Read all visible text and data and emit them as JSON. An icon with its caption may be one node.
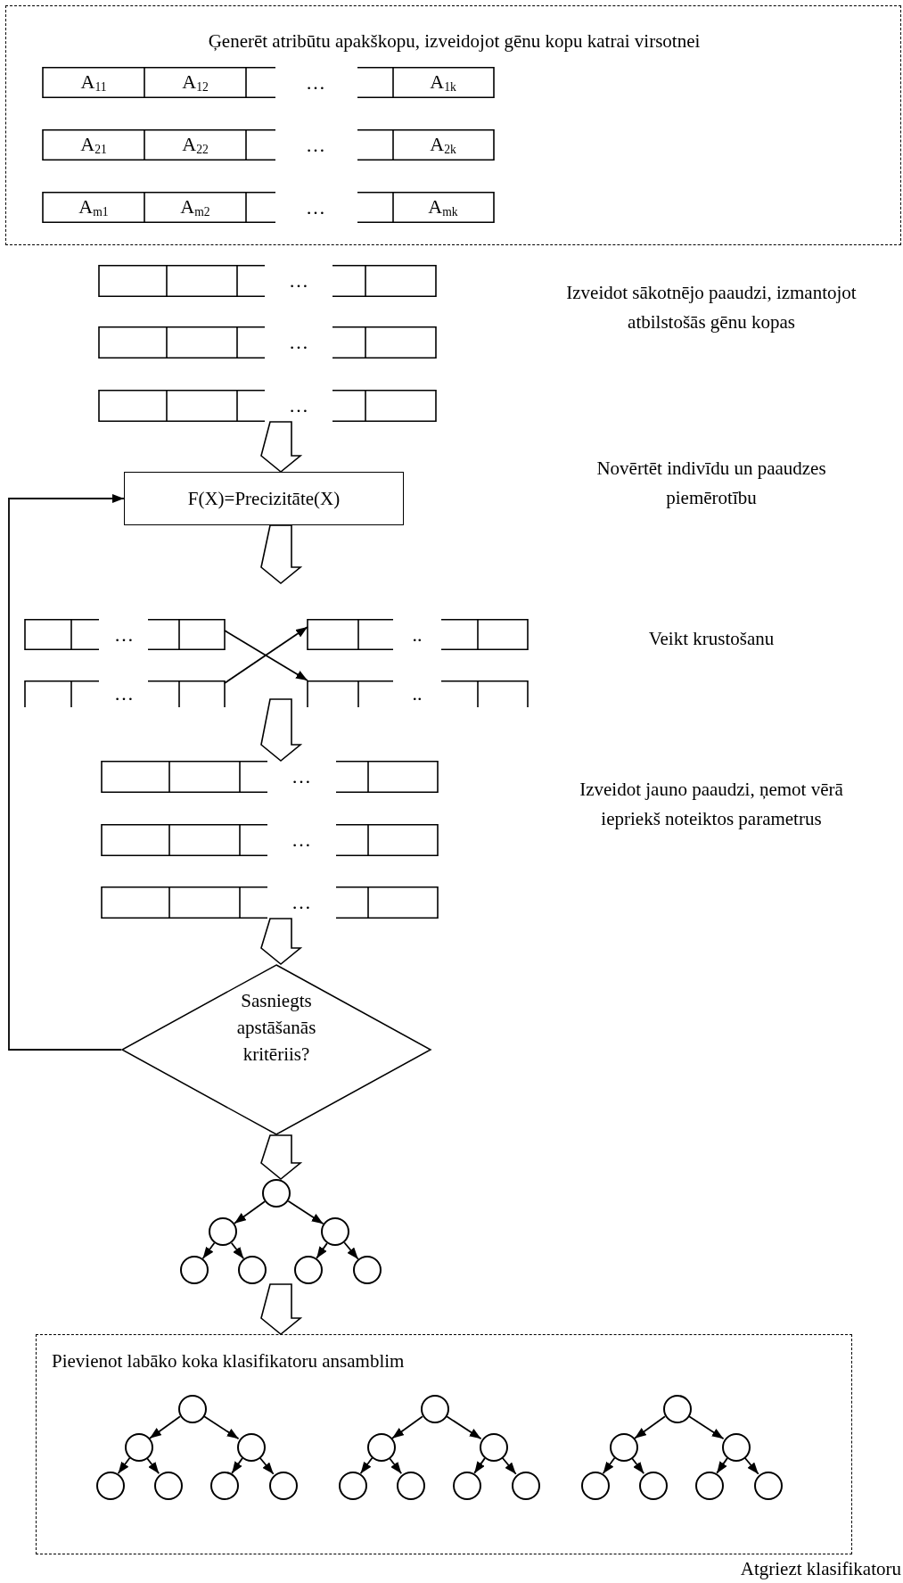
{
  "diagram": {
    "nodes": [
      {
        "text": [
          "Ģenerēt atribūtu apakškopu, izveidojot gēnu kopu katrai virsotnei"
        ]
      },
      {
        "text": [
          "A$_{11}$",
          "A$_{12}$",
          "…",
          "A$_{1k}$"
        ],
        "in": 0
      },
      {
        "text": [
          "A$_{21}$",
          "A$_{22}$",
          "…",
          "A$_{2k}$"
        ],
        "in": 0
      },
      {
        "text": [
          "A$_{m1}$",
          "A$_{m2}$",
          "…",
          "A$_{mk}$"
        ],
        "in": 0
      },
      {
        "text": [
          "…"
        ]
      },
      {
        "text": [
          "…"
        ]
      },
      {
        "text": [
          "…"
        ]
      },
      {
        "text": [
          "F(X)=Precizitāte(X)"
        ]
      },
      {
        "text": [
          "…"
        ]
      },
      {
        "text": [
          ".."
        ]
      },
      {
        "text": [
          "…"
        ]
      },
      {
        "text": [
          ".."
        ]
      },
      {
        "text": [
          "…"
        ]
      },
      {
        "text": [
          "…"
        ]
      },
      {
        "text": [
          "…"
        ]
      },
      {
        "text": [
          "Sasniegts apstāšanās kritēriis?"
        ]
      },
      {
        "text": [],
        "shape": "circle"
      },
      {
        "text": [],
        "shape": "circle"
      },
      {
        "text": [],
        "shape": "circle"
      },
      {
        "text": [],
        "shape": "circle"
      },
      {
        "text": [],
        "shape": "circle"
      },
      {
        "text": [],
        "shape": "circle"
      },
      {
        "text": [],
        "shape": "circle"
      },
      {
        "text": [
          "Pievienot labāko koka klasifikatoru ansamblim"
        ],
        "beside": [
          "Atgriezt klasifikatoru"
        ]
      },
      {
        "text": [],
        "shape": "circle",
        "in": 23
      },
      {
        "text": [],
        "shape": "circle",
        "in": 23
      },
      {
        "text": [],
        "shape": "circle",
        "in": 23
      },
      {
        "text": [],
        "shape": "circle",
        "in": 23
      },
      {
        "text": [],
        "shape": "circle",
        "in": 23
      },
      {
        "text": [],
        "shape": "circle",
        "in": 23
      },
      {
        "text": [],
        "shape": "circle",
        "in": 23
      },
      {
        "text": [],
        "shape": "circle",
        "in": 23
      },
      {
        "text": [],
        "shape": "circle",
        "in": 23
      },
      {
        "text": [],
        "shape": "circle",
        "in": 23
      },
      {
        "text": [],
        "shape": "circle",
        "in": 23
      },
      {
        "text": [],
        "shape": "circle",
        "in": 23
      },
      {
        "text": [],
        "shape": "circle",
        "in": 23
      },
      {
        "text": [],
        "shape": "circle",
        "in": 23
      },
      {
        "text": [],
        "shape": "circle",
        "in": 23
      },
      {
        "text": [],
        "shape": "circle",
        "in": 23
      },
      {
        "text": [],
        "shape": "circle",
        "in": 23
      },
      {
        "text": [],
        "shape": "circle",
        "in": 23
      },
      {
        "text": [],
        "shape": "circle",
        "in": 23
      },
      {
        "text": [],
        "shape": "circle",
        "in": 23
      },
      {
        "text": [],
        "shape": "circle",
        "in": 23
      }
    ],
    "edges": [
      {
        "from": 6,
        "to": 7,
        "arrow": "to",
        "style": "thick"
      },
      {
        "from": 7,
        "to": null,
        "arrow": "to",
        "style": "thick"
      },
      {
        "from": null,
        "to": 12,
        "arrow": "to",
        "style": "thick"
      },
      {
        "from": 14,
        "to": 15,
        "arrow": "to",
        "style": "thick"
      },
      {
        "from": 15,
        "to": 16,
        "arrow": "to",
        "style": "thick"
      },
      {
        "from": null,
        "to": 23,
        "arrow": "to",
        "style": "thick"
      },
      {
        "from": 8,
        "to": 11,
        "arrow": "to"
      },
      {
        "from": 10,
        "to": 9,
        "arrow": "to"
      },
      {
        "from": 15,
        "to": 7,
        "arrow": "to"
      },
      {
        "from": 16,
        "to": 17,
        "arrow": "to"
      },
      {
        "from": 16,
        "to": 18,
        "arrow": "to"
      },
      {
        "from": 17,
        "to": 19,
        "arrow": "to"
      },
      {
        "from": 17,
        "to": 20,
        "arrow": "to"
      },
      {
        "from": 18,
        "to": 21,
        "arrow": "to"
      },
      {
        "from": 18,
        "to": 22,
        "arrow": "to"
      },
      {
        "from": 24,
        "to": 25,
        "arrow": "to"
      },
      {
        "from": 24,
        "to": 26,
        "arrow": "to"
      },
      {
        "from": 25,
        "to": 27,
        "arrow": "to"
      },
      {
        "from": 25,
        "to": 28,
        "arrow": "to"
      },
      {
        "from": 26,
        "to": 29,
        "arrow": "to"
      },
      {
        "from": 26,
        "to": 30,
        "arrow": "to"
      },
      {
        "from": 31,
        "to": 32,
        "arrow": "to"
      },
      {
        "from": 31,
        "to": 33,
        "arrow": "to"
      },
      {
        "from": 32,
        "to": 34,
        "arrow": "to"
      },
      {
        "from": 32,
        "to": 35,
        "arrow": "to"
      },
      {
        "from": 33,
        "to": 36,
        "arrow": "to"
      },
      {
        "from": 33,
        "to": 37,
        "arrow": "to"
      },
      {
        "from": 38,
        "to": 39,
        "arrow": "to"
      },
      {
        "from": 38,
        "to": 40,
        "arrow": "to"
      },
      {
        "from": 39,
        "to": 41,
        "arrow": "to"
      },
      {
        "from": 39,
        "to": 42,
        "arrow": "to"
      },
      {
        "from": 40,
        "to": 43,
        "arrow": "to"
      },
      {
        "from": 40,
        "to": 44,
        "arrow": "to"
      }
    ],
    "labels": [
      "Izveidot sākotnējo paaudzi, izmantojot atbilstošās gēnu kopas",
      "Novērtēt indivīdu un paaudzes piemērotību",
      "Veikt krustošanu",
      "Izveidot jauno paaudzi, ņemot vērā iepriekš noteiktos parametrus"
    ]
  }
}
